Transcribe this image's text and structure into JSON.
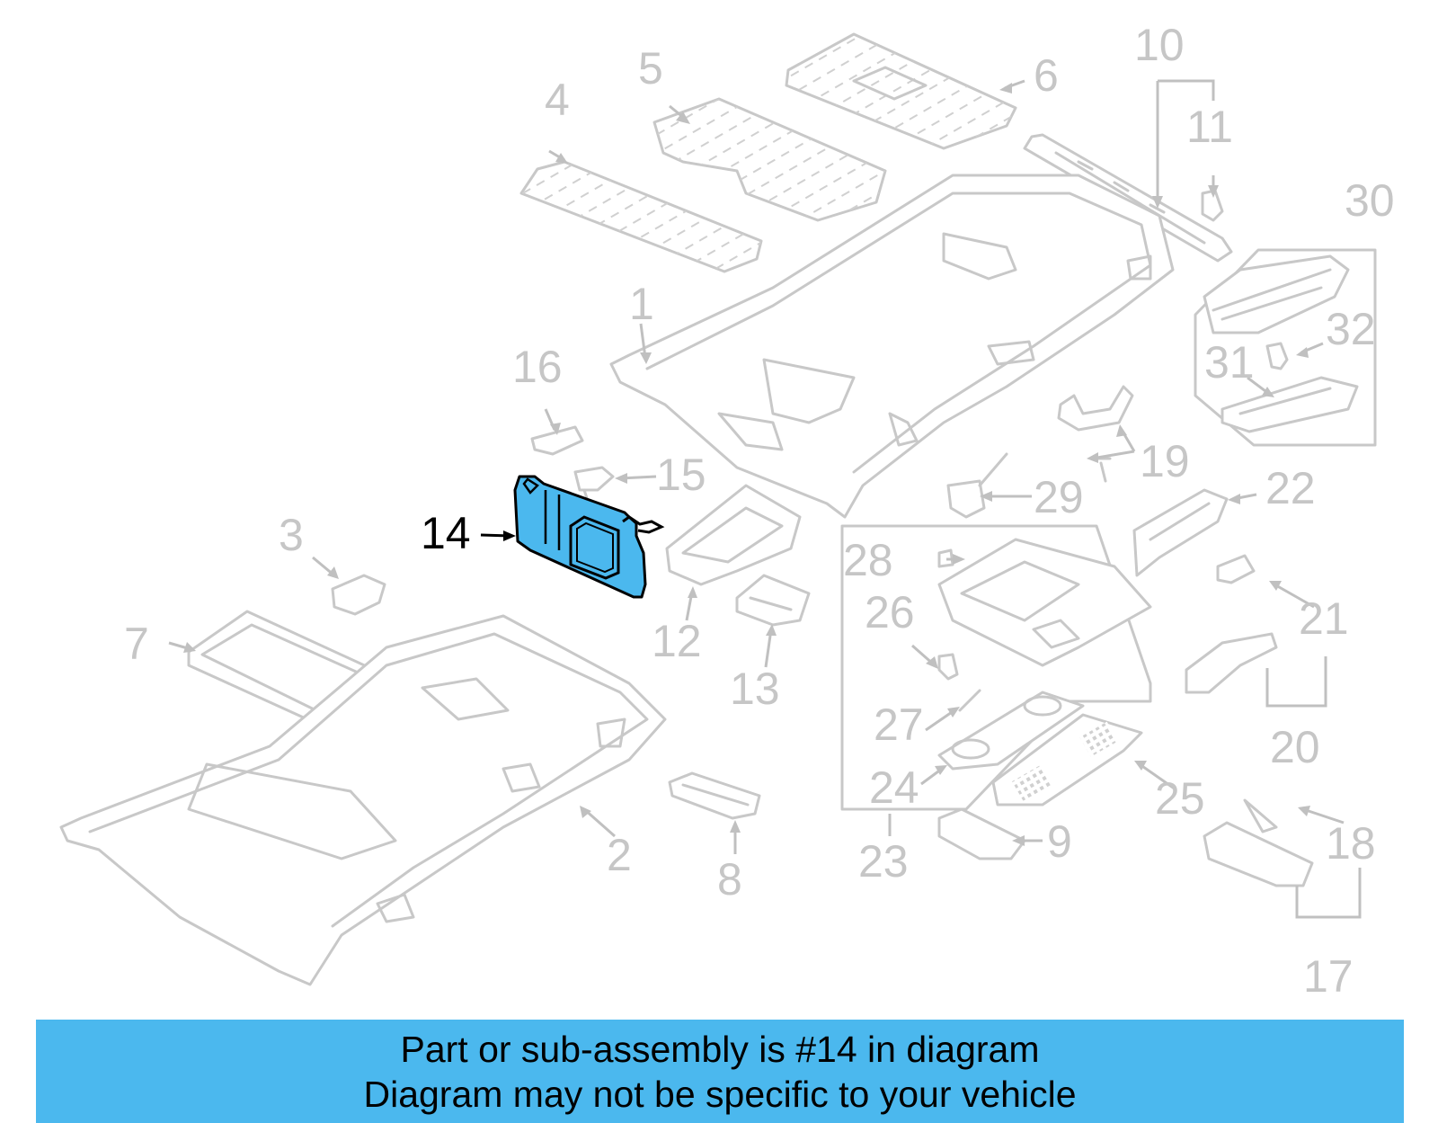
{
  "callouts": [
    "1",
    "2",
    "3",
    "4",
    "5",
    "6",
    "7",
    "8",
    "9",
    "10",
    "11",
    "12",
    "13",
    "14",
    "15",
    "16",
    "17",
    "18",
    "19",
    "20",
    "21",
    "22",
    "23",
    "24",
    "25",
    "26",
    "27",
    "28",
    "29",
    "30",
    "31",
    "32"
  ],
  "highlighted_part": "14",
  "colors": {
    "highlight": "#4bb8ee",
    "outline": "#c8c8c8",
    "callout_text": "#c6c6c6",
    "active_text": "#000000",
    "banner": "#4bb8ee"
  },
  "banner": {
    "line1": "Part or sub-assembly is #14 in diagram",
    "line2": "Diagram may not be specific to your vehicle"
  }
}
